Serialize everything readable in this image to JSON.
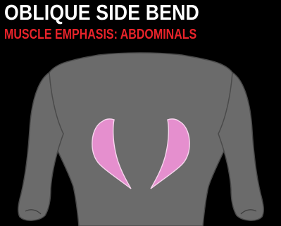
{
  "header": {
    "title": "OBLIQUE SIDE BEND",
    "subtitle": "MUSCLE EMPHASIS: ABDOMINALS"
  },
  "colors": {
    "background": "#000000",
    "title": "#ffffff",
    "subtitle": "#e8232a",
    "body": "#6b6b6b",
    "body_outline": "#4a4a4a",
    "muscle": "#e58fce",
    "muscle_outline": "#f7d6ee"
  },
  "figure": {
    "body_icon": "human-torso-icon",
    "highlighted_muscles": [
      "left-oblique",
      "right-oblique"
    ]
  }
}
